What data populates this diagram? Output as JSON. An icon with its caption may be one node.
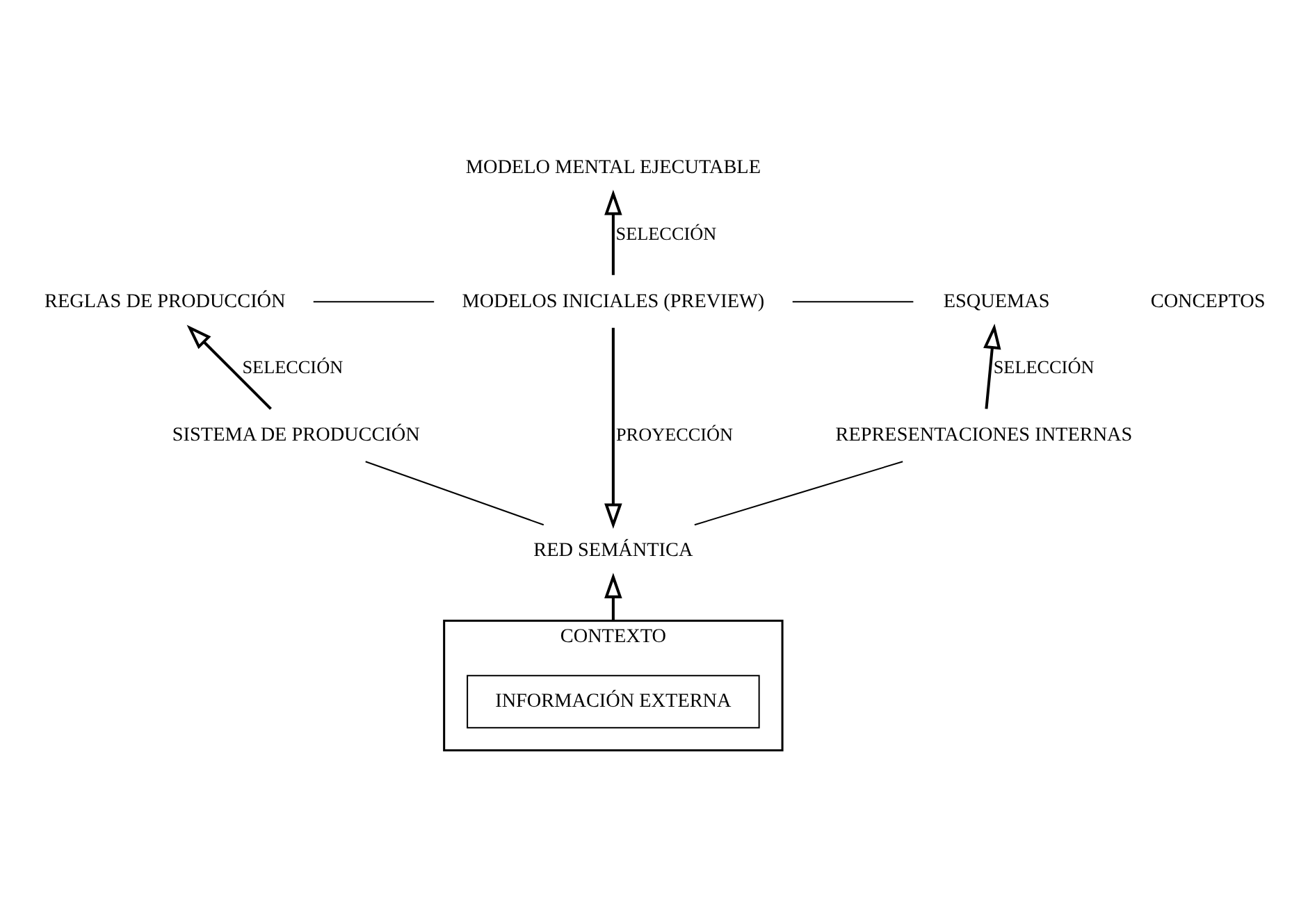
{
  "diagram": {
    "nodes": [
      {
        "text": [
          "MODELO MENTAL EJECUTABLE"
        ]
      },
      {
        "text": [
          "REGLAS DE PRODUCCIÓN"
        ]
      },
      {
        "text": [
          "MODELOS INICIALES (PREVIEW)"
        ]
      },
      {
        "text": [
          "ESQUEMAS"
        ]
      },
      {
        "text": [
          "SISTEMA DE PRODUCCIÓN"
        ]
      },
      {
        "text": [
          "REPRESENTACIONES INTERNAS"
        ]
      },
      {
        "text": [
          "RED SEMÁNTICA"
        ]
      },
      {
        "text": [
          "CONTEXTO"
        ]
      },
      {
        "text": [
          "INFORMACIÓN EXTERNA"
        ],
        "in": 7
      }
    ],
    "edges": [
      {
        "from": 2,
        "to": 0,
        "arrow": "to",
        "label": "SELECCIÓN"
      },
      {
        "from": 1,
        "to": 2,
        "arrow": "none"
      },
      {
        "from": 2,
        "to": 3,
        "arrow": "none"
      },
      {
        "from": 4,
        "to": 1,
        "arrow": "to",
        "label": "SELECCIÓN"
      },
      {
        "from": 5,
        "to": 3,
        "arrow": "to",
        "label": "SELECCIÓN"
      },
      {
        "from": 2,
        "to": 6,
        "arrow": "to",
        "label": "PROYECCIÓN"
      },
      {
        "from": 4,
        "to": 6,
        "arrow": "none"
      },
      {
        "from": 6,
        "to": 5,
        "arrow": "none"
      },
      {
        "from": 7,
        "to": 6,
        "arrow": "to"
      }
    ],
    "labels": [
      "CONCEPTOS"
    ]
  }
}
